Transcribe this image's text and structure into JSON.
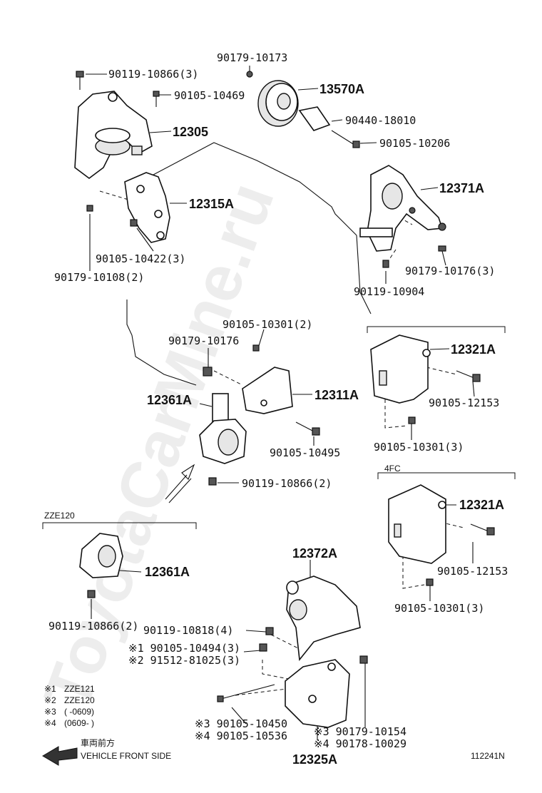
{
  "diagram": {
    "watermark": "ToyotaCarMine.ru",
    "diagram_id": "112241N",
    "front_label_jp": "車両前方",
    "front_label_en": "VEHICLE FRONT SIDE",
    "group_zze120": "ZZE120",
    "group_4fc": "4FC"
  },
  "callouts": [
    {
      "id": "c1",
      "text": "90119-10866(3)"
    },
    {
      "id": "c2",
      "text": "90179-10173"
    },
    {
      "id": "c3",
      "text": "13570A"
    },
    {
      "id": "c4",
      "text": "90105-10469"
    },
    {
      "id": "c5",
      "text": "90440-18010"
    },
    {
      "id": "c6",
      "text": "12305"
    },
    {
      "id": "c7",
      "text": "90105-10206"
    },
    {
      "id": "c8",
      "text": "12371A"
    },
    {
      "id": "c9",
      "text": "12315A"
    },
    {
      "id": "c10",
      "text": "90105-10422(3)"
    },
    {
      "id": "c11",
      "text": "90179-10108(2)"
    },
    {
      "id": "c12",
      "text": "90179-10176(3)"
    },
    {
      "id": "c13",
      "text": "90119-10904"
    },
    {
      "id": "c14",
      "text": "90105-10301(2)"
    },
    {
      "id": "c15",
      "text": "90179-10176"
    },
    {
      "id": "c16",
      "text": "12321A"
    },
    {
      "id": "c17",
      "text": "12361A"
    },
    {
      "id": "c18",
      "text": "12311A"
    },
    {
      "id": "c19",
      "text": "90105-12153"
    },
    {
      "id": "c20",
      "text": "90105-10495"
    },
    {
      "id": "c21",
      "text": "90105-10301(3)"
    },
    {
      "id": "c22",
      "text": "90119-10866(2)"
    },
    {
      "id": "c23",
      "text": "12321A"
    },
    {
      "id": "c24",
      "text": "90105-12153"
    },
    {
      "id": "c25",
      "text": "12361A"
    },
    {
      "id": "c26",
      "text": "12372A"
    },
    {
      "id": "c27",
      "text": "90105-10301(3)"
    },
    {
      "id": "c28",
      "text": "90119-10866(2)"
    },
    {
      "id": "c29",
      "text": "90119-10818(4)"
    },
    {
      "id": "c30",
      "text": "※1 90105-10494(3)"
    },
    {
      "id": "c31",
      "text": "※2 91512-81025(3)"
    },
    {
      "id": "c32",
      "text": "※3 90105-10450"
    },
    {
      "id": "c33",
      "text": "※4 90105-10536"
    },
    {
      "id": "c34",
      "text": "※3 90179-10154"
    },
    {
      "id": "c35",
      "text": "※4 90178-10029"
    },
    {
      "id": "c36",
      "text": "12325A"
    }
  ],
  "notes": [
    {
      "mark": "※1",
      "text": "ZZE121"
    },
    {
      "mark": "※2",
      "text": "ZZE120"
    },
    {
      "mark": "※3",
      "text": "(      -0609)"
    },
    {
      "mark": "※4",
      "text": "(0609-      )"
    }
  ]
}
